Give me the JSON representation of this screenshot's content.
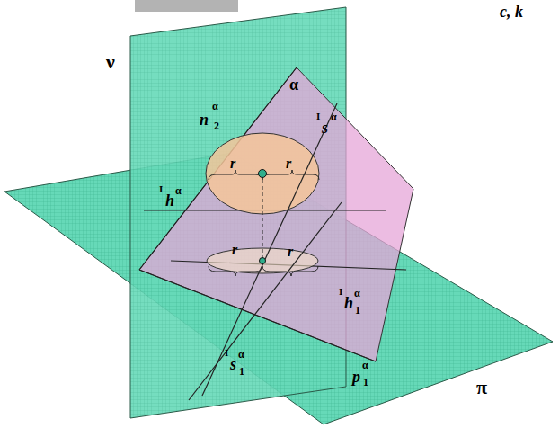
{
  "diagram": {
    "labels": [
      "ν",
      "α",
      "n",
      "α",
      "2",
      "I",
      "h",
      "α",
      "I",
      "s",
      "α",
      "r",
      "r",
      "r",
      "r",
      "I",
      "h",
      "α",
      "1",
      "I",
      "s",
      "α",
      "1",
      "p",
      "α",
      "1",
      "π",
      "c, k"
    ]
  }
}
